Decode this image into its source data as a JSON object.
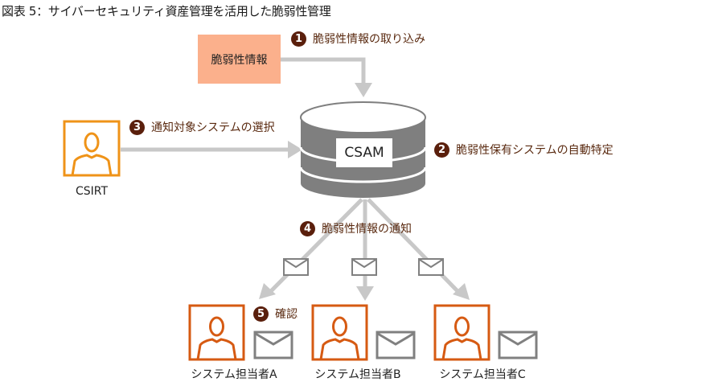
{
  "title": "図表 5：サイバーセキュリティ資産管理を活用した脆弱性管理",
  "vuln_source": {
    "label": "脆弱性情報"
  },
  "system": {
    "label": "CSAM"
  },
  "csirt": {
    "label": "CSIRT",
    "icon": "person-icon"
  },
  "steps": [
    {
      "num": "1",
      "label": "脆弱性情報の取り込み"
    },
    {
      "num": "2",
      "label": "脆弱性保有システムの自動特定"
    },
    {
      "num": "3",
      "label": "通知対象システムの選択"
    },
    {
      "num": "4",
      "label": "脆弱性情報の通知"
    },
    {
      "num": "5",
      "label": "確認"
    }
  ],
  "recipients": [
    {
      "label": "システム担当者A",
      "icon": "person-icon",
      "mail_icon": "mail-icon"
    },
    {
      "label": "システム担当者B",
      "icon": "person-icon",
      "mail_icon": "mail-icon"
    },
    {
      "label": "システム担当者C",
      "icon": "person-icon",
      "mail_icon": "mail-icon"
    }
  ],
  "colors": {
    "step_badge": "#5a1f0c",
    "step_text": "#5a2a10",
    "source_box": "#fbb08c",
    "csirt_frame": "#ef9318",
    "recipient_frame": "#d65a12",
    "arrow": "#c8c8c8",
    "database": "#7f7f7f",
    "mail": "#808080"
  }
}
